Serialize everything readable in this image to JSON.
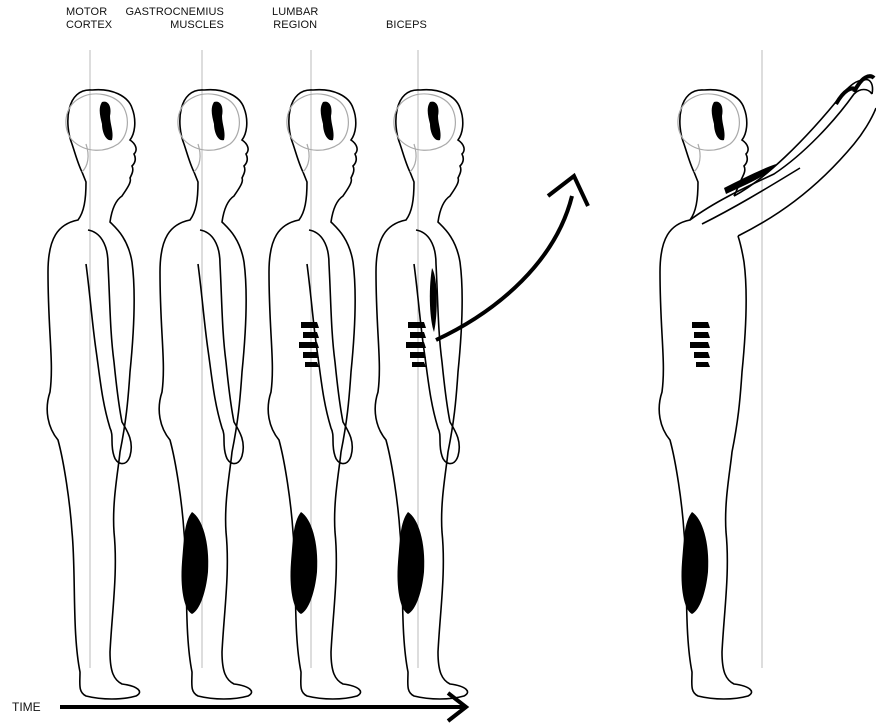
{
  "labels": {
    "motor_cortex": [
      "MOTOR",
      "CORTEX"
    ],
    "gastrocnemius": [
      "GASTROCNEMIUS",
      "MUSCLES"
    ],
    "lumbar": [
      "LUMBAR",
      "REGION"
    ],
    "biceps": [
      "BICEPS"
    ],
    "time": "TIME"
  },
  "stages": [
    {
      "muscles": [
        "motor-cortex"
      ]
    },
    {
      "muscles": [
        "motor-cortex",
        "gastrocnemius"
      ]
    },
    {
      "muscles": [
        "motor-cortex",
        "gastrocnemius",
        "lumbar"
      ]
    },
    {
      "muscles": [
        "motor-cortex",
        "gastrocnemius",
        "lumbar",
        "biceps"
      ]
    }
  ],
  "final_figure": {
    "pose": "arms-raised",
    "muscles": [
      "motor-cortex",
      "deltoid",
      "lumbar",
      "gastrocnemius"
    ]
  },
  "colors": {
    "ink": "#000000",
    "guide_line": "#bbbbbb",
    "brain_outline": "#aaaaaa"
  }
}
